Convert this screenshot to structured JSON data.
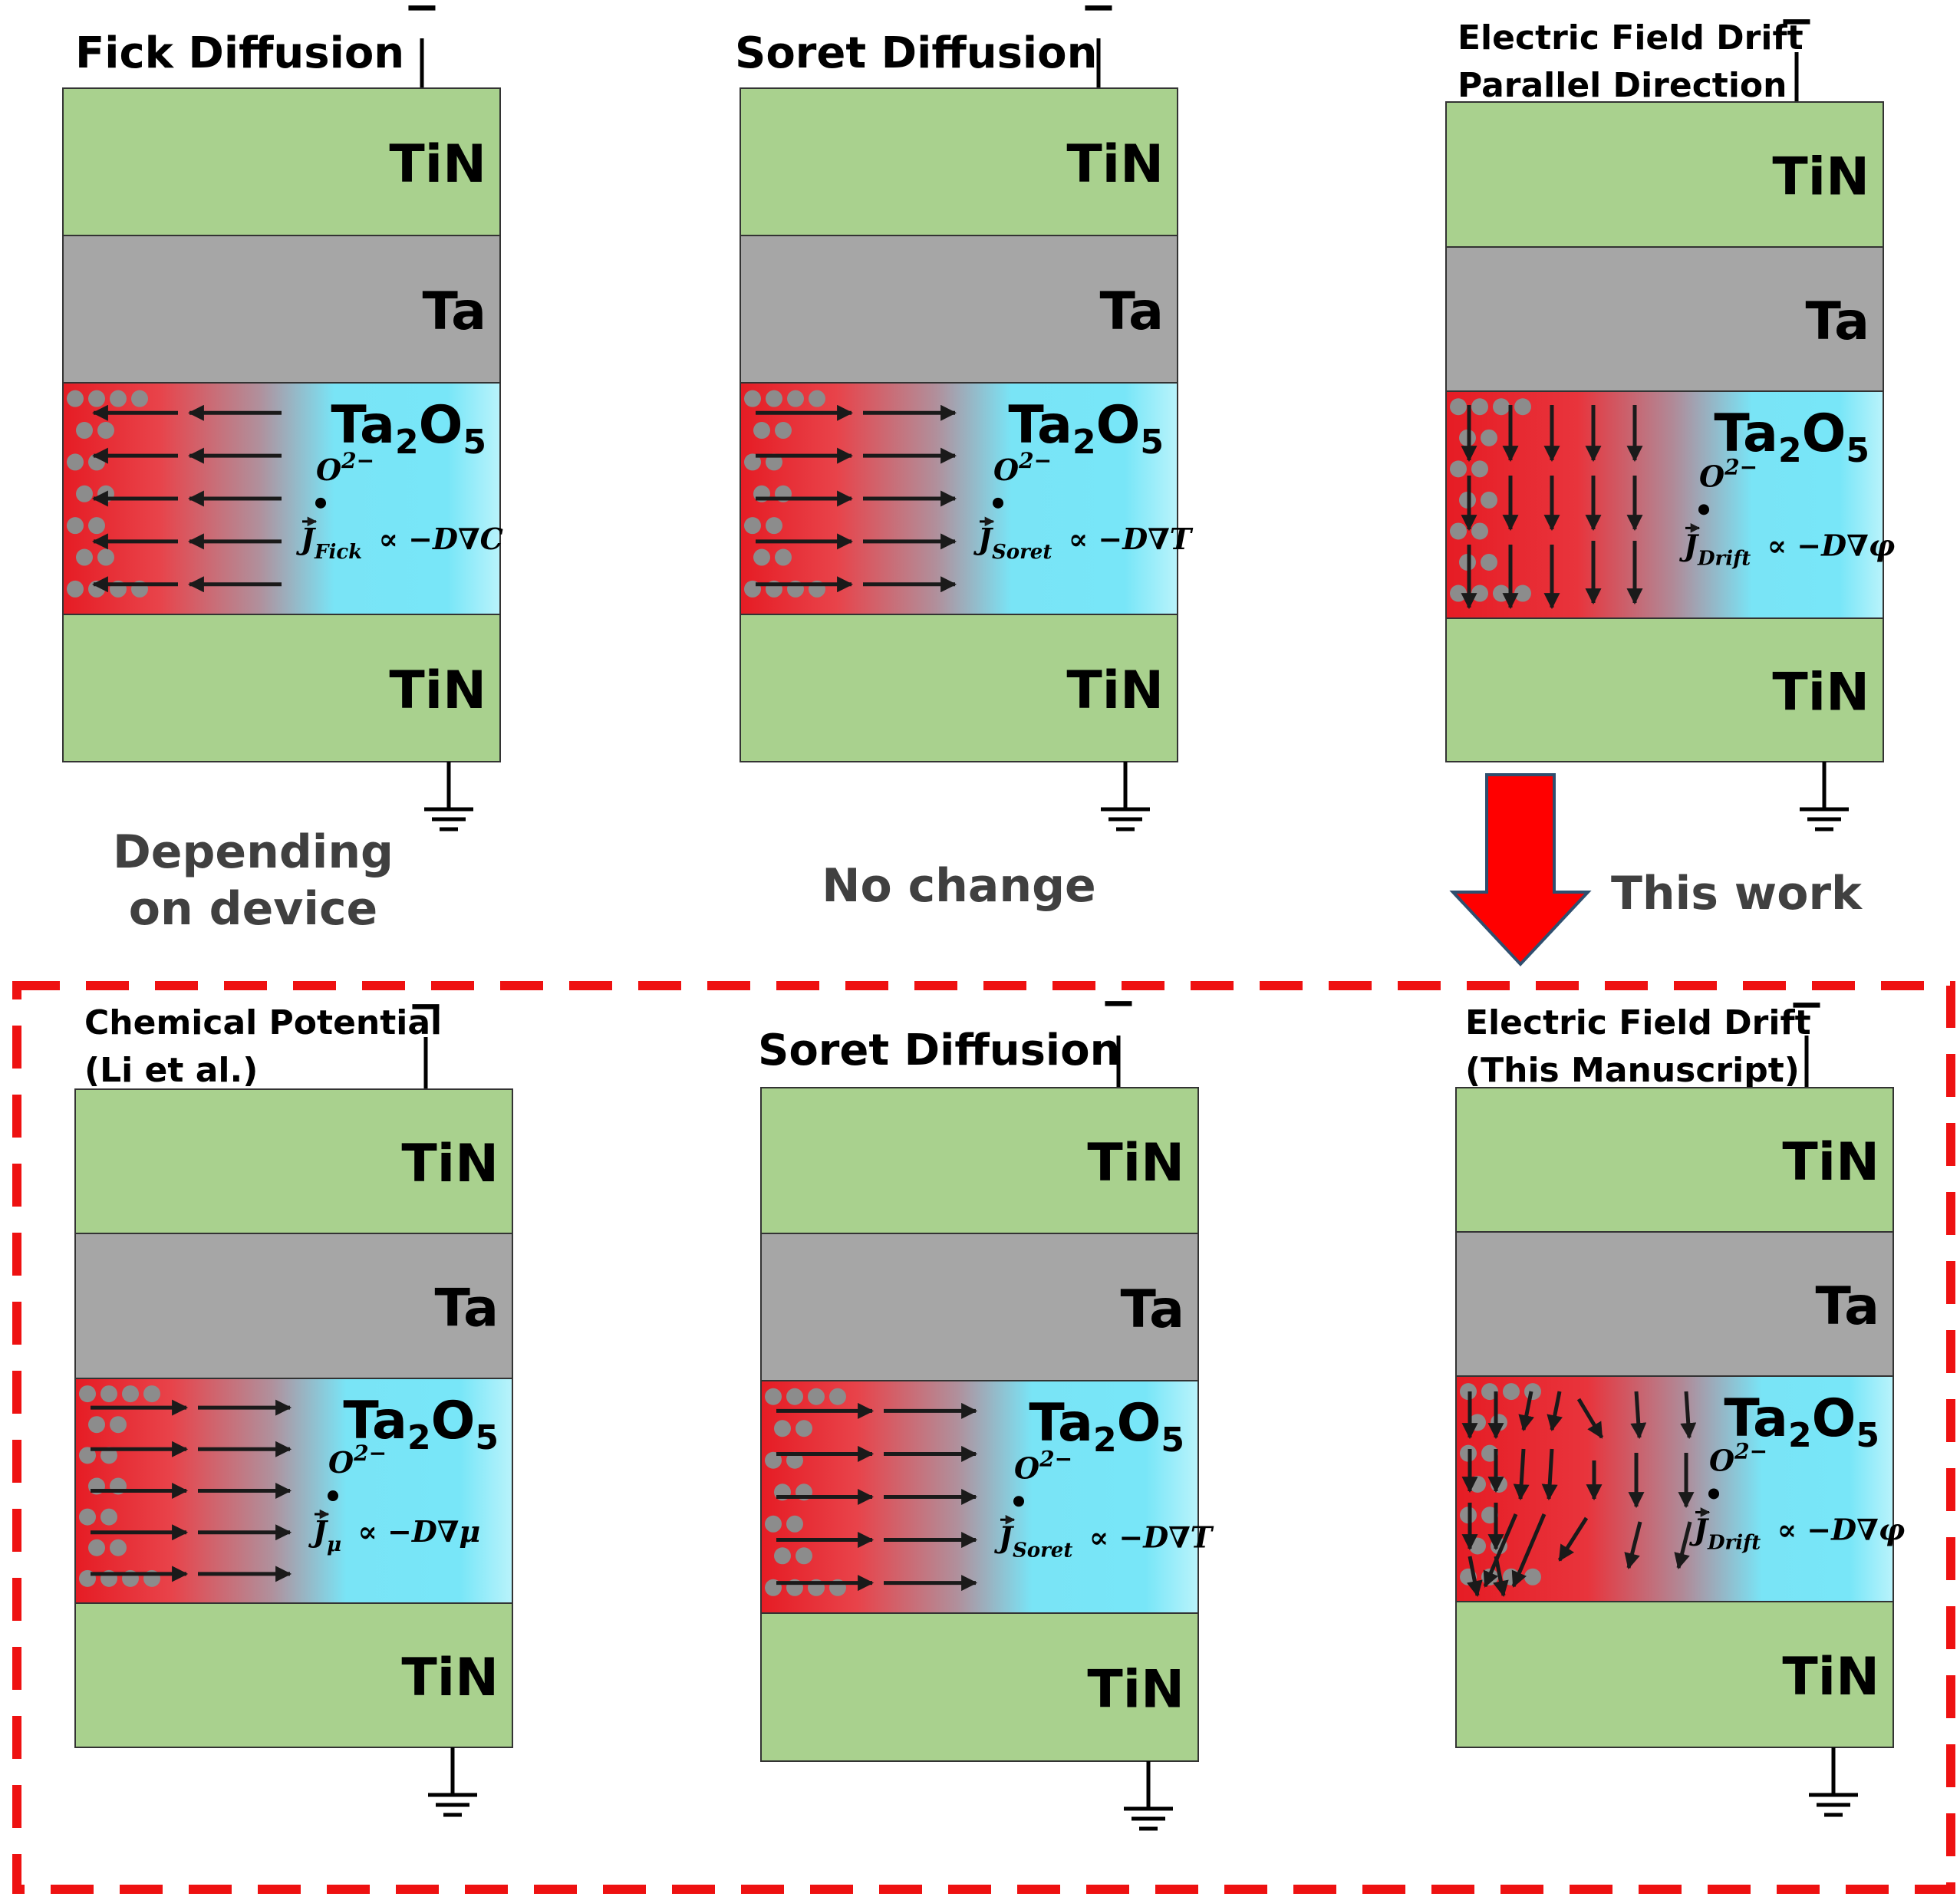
{
  "colors": {
    "tin": "#a9d18e",
    "ta": "#a6a6a6",
    "oxide_red": "#e8222a",
    "oxide_cyan": "#73e6f8",
    "oxide_edge": "#b8f2fb",
    "arrow": "#1a1a1a",
    "vacancy": "#8c8c8c",
    "dash_border": "#ee1111",
    "big_arrow": "#ff0000",
    "caption_grey": "#404040"
  },
  "materials": {
    "tin": "TiN",
    "ta": "Ta",
    "oxide_main": "Ta",
    "oxide_sub1": "2",
    "oxide_main2": "O",
    "oxide_sub2": "5"
  },
  "symbols": {
    "minus": "−"
  },
  "panels": [
    {
      "id": "fick",
      "title_lines": [
        "Fick Diffusion"
      ],
      "ion": "O",
      "ion_sup": "2−",
      "flux_sub": "Fick",
      "flux_rhs": "∝ −D∇C",
      "arrows": "left"
    },
    {
      "id": "soret-top",
      "title_lines": [
        "Soret Diffusion"
      ],
      "ion": "O",
      "ion_sup": "2−",
      "flux_sub": "Soret",
      "flux_rhs": "∝ −D∇T",
      "arrows": "right"
    },
    {
      "id": "drift-parallel",
      "title_lines": [
        "Electric Field Drift",
        "Parallel Direction"
      ],
      "ion": "O",
      "ion_sup": "2−",
      "flux_sub": "Drift",
      "flux_rhs": "∝ −D∇φ",
      "arrows": "down"
    },
    {
      "id": "chemical",
      "title_lines": [
        "Chemical Potential",
        "(Li et al.)"
      ],
      "ion": "O",
      "ion_sup": "2−",
      "flux_sub": "μ",
      "flux_rhs": "∝ −D∇μ",
      "arrows": "right"
    },
    {
      "id": "soret-bottom",
      "title_lines": [
        "Soret Diffusion"
      ],
      "ion": "O",
      "ion_sup": "2−",
      "flux_sub": "Soret",
      "flux_rhs": "∝ −D∇T",
      "arrows": "right"
    },
    {
      "id": "drift-manuscript",
      "title_lines": [
        "Electric Field Drift",
        "(This Manuscript)"
      ],
      "ion": "O",
      "ion_sup": "2−",
      "flux_sub": "Drift",
      "flux_rhs": "∝ −D∇φ",
      "arrows": "converge"
    }
  ],
  "captions": {
    "depending": [
      "Depending",
      "on device"
    ],
    "no_change": "No change",
    "this_work": "This work"
  }
}
